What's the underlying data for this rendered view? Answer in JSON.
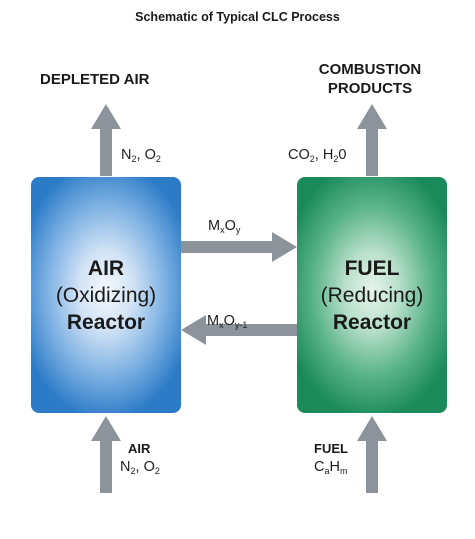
{
  "title": "Schematic of Typical CLC Process",
  "air_reactor": {
    "line1": "AIR",
    "line2": "(Oxidizing)",
    "line3": "Reactor"
  },
  "fuel_reactor": {
    "line1": "FUEL",
    "line2": "(Reducing)",
    "line3": "Reactor"
  },
  "top_left_output": {
    "heading": "DEPLETED AIR",
    "species": [
      {
        "base": "N",
        "sub": "2"
      },
      {
        "sep": ", "
      },
      {
        "base": "O",
        "sub": "2"
      }
    ]
  },
  "top_right_output": {
    "heading_line1": "COMBUSTION",
    "heading_line2": "PRODUCTS",
    "species": [
      {
        "base": "CO",
        "sub": "2"
      },
      {
        "sep": ", "
      },
      {
        "base": "H",
        "sub": "2"
      },
      {
        "base": "0"
      }
    ]
  },
  "bottom_left_input": {
    "heading": "AIR",
    "species": [
      {
        "base": "N",
        "sub": "2"
      },
      {
        "sep": ", "
      },
      {
        "base": "O",
        "sub": "2"
      }
    ]
  },
  "bottom_right_input": {
    "heading": "FUEL",
    "species": [
      {
        "base": "C",
        "sub": "a"
      },
      {
        "base": "H",
        "sub": "m"
      }
    ]
  },
  "oxidized_carrier": [
    {
      "base": "M",
      "sub": "x"
    },
    {
      "base": "O",
      "sub": "y"
    }
  ],
  "reduced_carrier": [
    {
      "base": "M",
      "sub": "x"
    },
    {
      "base": "O",
      "sub": "y-1"
    }
  ],
  "colors": {
    "arrow": "#8c939b",
    "air_reactor_edge": "#2c7bc7",
    "fuel_reactor_edge": "#1a8a5a"
  }
}
